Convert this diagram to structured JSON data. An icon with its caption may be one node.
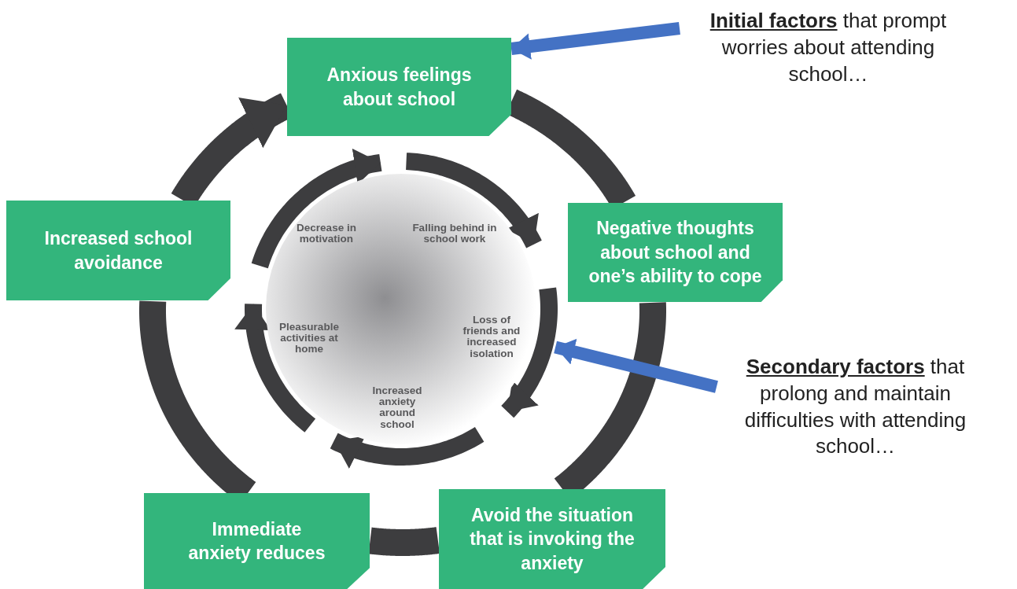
{
  "diagram": {
    "nodes": [
      {
        "text": [
          "Anxious feelings about school"
        ]
      },
      {
        "text": [
          "Negative thoughts about school and one’s ability to cope"
        ]
      },
      {
        "text": [
          "Avoid the situation that is invoking the anxiety"
        ]
      },
      {
        "text": [
          "Immediate anxiety reduces"
        ]
      },
      {
        "text": [
          "Increased school avoidance"
        ]
      },
      {
        "text": [],
        "shape": "circle"
      },
      {
        "text": [
          "Decrease in motivation"
        ],
        "in": 5
      },
      {
        "text": [
          "Falling behind in school work"
        ],
        "in": 5
      },
      {
        "text": [
          "Pleasurable activities at home"
        ],
        "in": 5
      },
      {
        "text": [
          "Loss of friends and increased isolation"
        ],
        "in": 5
      },
      {
        "text": [
          "Increased anxiety around school"
        ],
        "in": 5
      },
      {
        "text": [
          "**Initial factors** that prompt worries about attending school…"
        ]
      },
      {
        "text": [
          "**Secondary factors** that prolong and maintain difficulties with attending school…"
        ]
      }
    ],
    "edges": [
      {
        "from": 0,
        "to": 1,
        "arrow": "none"
      },
      {
        "from": 1,
        "to": 2,
        "arrow": "none"
      },
      {
        "from": 2,
        "to": 3,
        "arrow": "none"
      },
      {
        "from": 3,
        "to": 4,
        "arrow": "none"
      },
      {
        "from": 4,
        "to": 0,
        "arrow": "to"
      },
      {
        "from": 11,
        "to": 0,
        "arrow": "to",
        "color": "#4472c4"
      },
      {
        "from": 12,
        "to": 5,
        "arrow": "to",
        "color": "#4472c4"
      },
      {
        "from": null,
        "to": 6,
        "arrow": "to"
      },
      {
        "from": null,
        "to": 7,
        "arrow": "to"
      },
      {
        "from": null,
        "to": 9,
        "arrow": "to"
      },
      {
        "from": null,
        "to": 10,
        "arrow": "to"
      },
      {
        "from": null,
        "to": 8,
        "arrow": "to"
      }
    ]
  }
}
